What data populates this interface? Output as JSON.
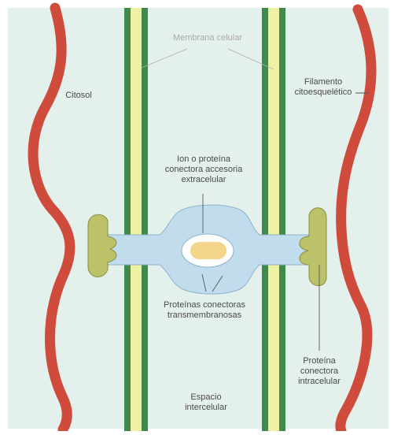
{
  "labels": {
    "membrana": "Membrana celular",
    "citosol": "Citosol",
    "filamento": "Filamento\ncitoesquelético",
    "ion": "Ion o proteína\nconectora accesoria\nextracelular",
    "transmembrana": "Proteínas conectoras\ntransmembranosas",
    "intracelular": "Proteína\nconectora\nintracelular",
    "espacio": "Espacio\nintercelular"
  },
  "colors": {
    "background": "#e4f0ec",
    "filament": "#cf4b3c",
    "membrane_outer": "#3f8a4a",
    "membrane_inner": "#f0f0a4",
    "transmembrane_protein": "#c0dced",
    "intracellular_protein": "#bcc26a",
    "ion": "#f3d58a"
  }
}
